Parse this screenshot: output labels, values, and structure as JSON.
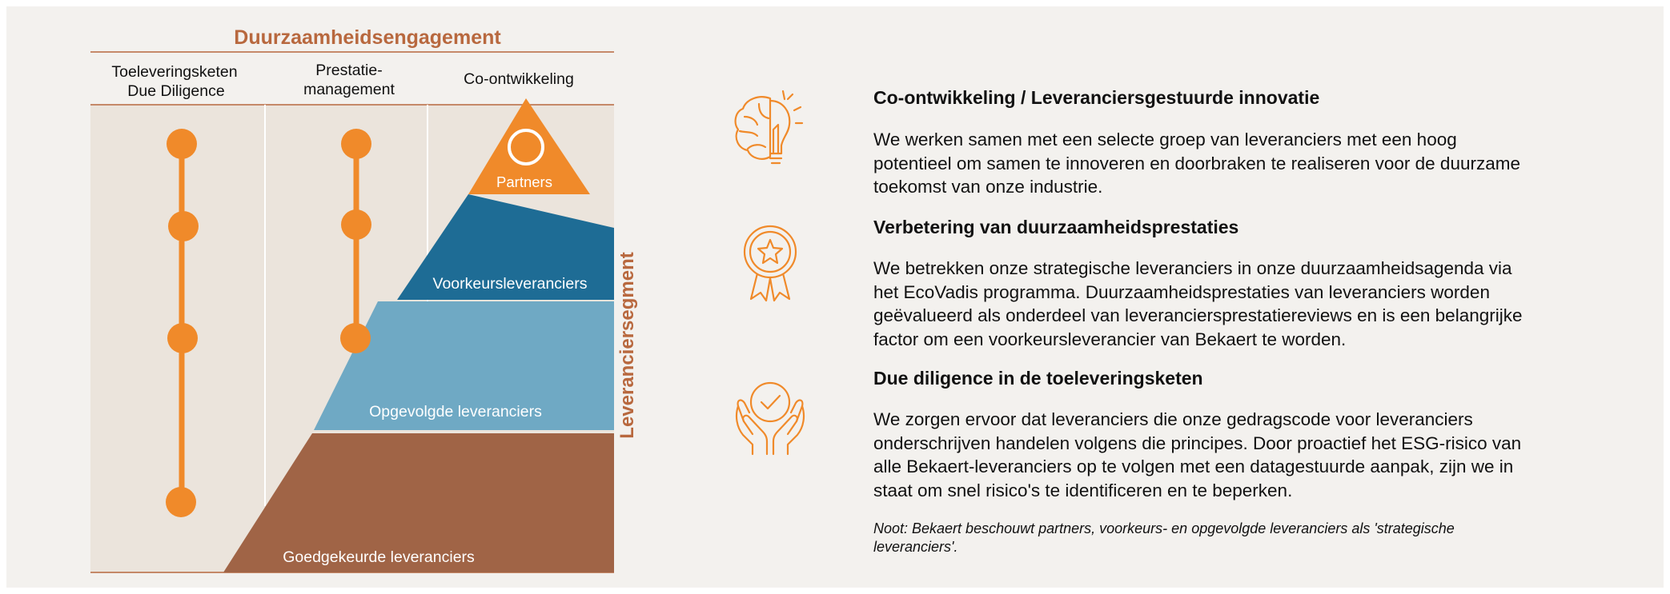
{
  "diagram": {
    "top_title": "Duurzaamheidsengagement",
    "columns": [
      {
        "label_lines": [
          "Toeleveringsketen",
          "Due Diligence"
        ]
      },
      {
        "label_lines": [
          "Prestatie-",
          "management"
        ]
      },
      {
        "label_lines": [
          "Co-ontwikkeling"
        ]
      }
    ],
    "side_title": "Leveranciersegment",
    "tiers": [
      {
        "label": "Partners",
        "color": "#f08a2a"
      },
      {
        "label": "Voorkeursleveranciers",
        "color": "#1e6c95"
      },
      {
        "label": "Opgevolgde leveranciers",
        "color": "#6fa9c4"
      },
      {
        "label": "Goedgekeurde leveranciers",
        "color": "#a06446"
      }
    ],
    "colors": {
      "accent": "#f08a2a",
      "title": "#b8683e",
      "panel": "#ebe4dc"
    }
  },
  "sections": [
    {
      "icon": "brain-lightbulb-icon",
      "heading": "Co-ontwikkeling / Leveranciersgestuurde innovatie",
      "body_lines": [
        "We werken samen met een selecte groep van leveranciers met een hoog",
        "potentieel om samen te innoveren en doorbraken te realiseren voor de duurzame",
        "toekomst van onze industrie."
      ]
    },
    {
      "icon": "star-award-icon",
      "heading": "Verbetering van duurzaamheidsprestaties",
      "body_lines": [
        "We betrekken onze strategische leveranciers in onze duurzaamheidsagenda via",
        "het EcoVadis programma. Duurzaamheidsprestaties van leveranciers worden",
        "geëvalueerd als onderdeel van leveranciersprestatiereviews en is een belangrijke",
        "factor om een voorkeursleverancier van Bekaert te worden."
      ]
    },
    {
      "icon": "hands-checkmark-icon",
      "heading": "Due diligence in de toeleveringsketen",
      "body_lines": [
        "We zorgen ervoor dat leveranciers die onze gedragscode voor leveranciers",
        "onderschrijven handelen volgens die principes. Door proactief het ESG-risico van",
        "alle Bekaert-leveranciers op te volgen met een datagestuurde aanpak, zijn we in",
        "staat om snel risico's te identificeren en te beperken."
      ]
    }
  ],
  "note_lines": [
    "Noot: Bekaert beschouwt partners, voorkeurs- en opgevolgde leveranciers als 'strategische",
    "leveranciers'."
  ]
}
